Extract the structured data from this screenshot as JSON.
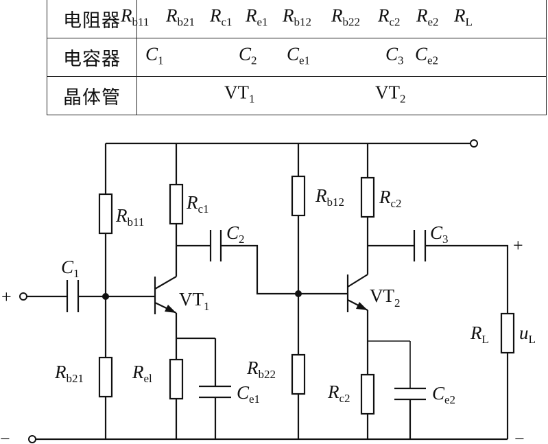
{
  "component_table": {
    "rows": [
      {
        "header": "电阻器",
        "items": [
          {
            "symbol": "R",
            "sub": "b11"
          },
          {
            "symbol": "R",
            "sub": "b21"
          },
          {
            "symbol": "R",
            "sub": "c1"
          },
          {
            "symbol": "R",
            "sub": "e1"
          },
          {
            "symbol": "R",
            "sub": "b12"
          },
          {
            "symbol": "R",
            "sub": "b22"
          },
          {
            "symbol": "R",
            "sub": "c2"
          },
          {
            "symbol": "R",
            "sub": "e2"
          },
          {
            "symbol": "R",
            "sub": "L"
          }
        ]
      },
      {
        "header": "电容器",
        "items": [
          {
            "symbol": "C",
            "sub": "1"
          },
          {
            "symbol": "C",
            "sub": "2"
          },
          {
            "symbol": "C",
            "sub": "e1"
          },
          {
            "symbol": "C",
            "sub": "3"
          },
          {
            "symbol": "C",
            "sub": "e2"
          }
        ]
      },
      {
        "header": "晶体管",
        "items": [
          {
            "symbol": "VT",
            "sub": "1"
          },
          {
            "symbol": "VT",
            "sub": "2"
          }
        ]
      }
    ]
  },
  "circuit": {
    "labels": {
      "Rb11": {
        "symbol": "R",
        "sub": "b11"
      },
      "Rc1": {
        "symbol": "R",
        "sub": "c1"
      },
      "C2": {
        "symbol": "C",
        "sub": "2"
      },
      "C1": {
        "symbol": "C",
        "sub": "1"
      },
      "VT1": {
        "symbol": "VT",
        "sub": "1"
      },
      "Rb21": {
        "symbol": "R",
        "sub": "b21"
      },
      "Re1": {
        "symbol": "R",
        "sub": "el"
      },
      "Ce1": {
        "symbol": "C",
        "sub": "e1"
      },
      "Rb12": {
        "symbol": "R",
        "sub": "b12"
      },
      "Rc2": {
        "symbol": "R",
        "sub": "c2"
      },
      "C3": {
        "symbol": "C",
        "sub": "3"
      },
      "VT2": {
        "symbol": "VT",
        "sub": "2"
      },
      "Rb22": {
        "symbol": "R",
        "sub": "b22"
      },
      "Re2": {
        "symbol": "R",
        "sub": "c2"
      },
      "Ce2": {
        "symbol": "C",
        "sub": "e2"
      },
      "RL": {
        "symbol": "R",
        "sub": "L"
      },
      "uL": {
        "symbol": "u",
        "sub": "L"
      }
    },
    "terminals": {
      "input_plus": "+",
      "input_minus": "−",
      "output_plus": "+",
      "output_minus": "−"
    }
  }
}
